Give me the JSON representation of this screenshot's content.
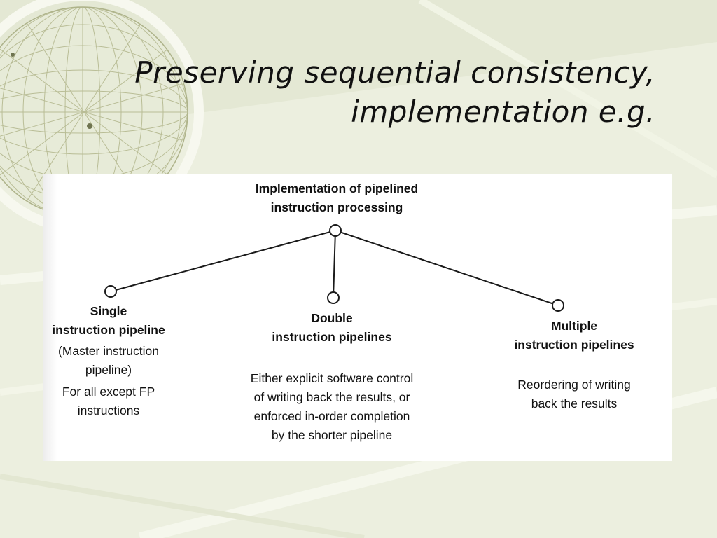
{
  "slide": {
    "title_line1": "Preserving sequential consistency,",
    "title_line2": "implementation e.g."
  },
  "diagram": {
    "root": {
      "label_line1": "Implementation of pipelined",
      "label_line2": "instruction processing"
    },
    "branches": [
      {
        "title_line1": "Single",
        "title_line2": "instruction pipeline",
        "detail_lines": [
          "(Master instruction",
          "pipeline)",
          "For all except FP",
          "instructions"
        ]
      },
      {
        "title_line1": "Double",
        "title_line2": "instruction pipelines",
        "detail_lines": [
          "Either explicit software control",
          "of writing back the results, or",
          "enforced in-order completion",
          "by the shorter pipeline"
        ]
      },
      {
        "title_line1": "Multiple",
        "title_line2": "instruction pipelines",
        "detail_lines": [
          "Reordering of writing",
          "back the results"
        ]
      }
    ]
  },
  "colors": {
    "background": "#ecefdf",
    "globe_line": "#b9bd96",
    "connector": "#1a1a1a"
  }
}
